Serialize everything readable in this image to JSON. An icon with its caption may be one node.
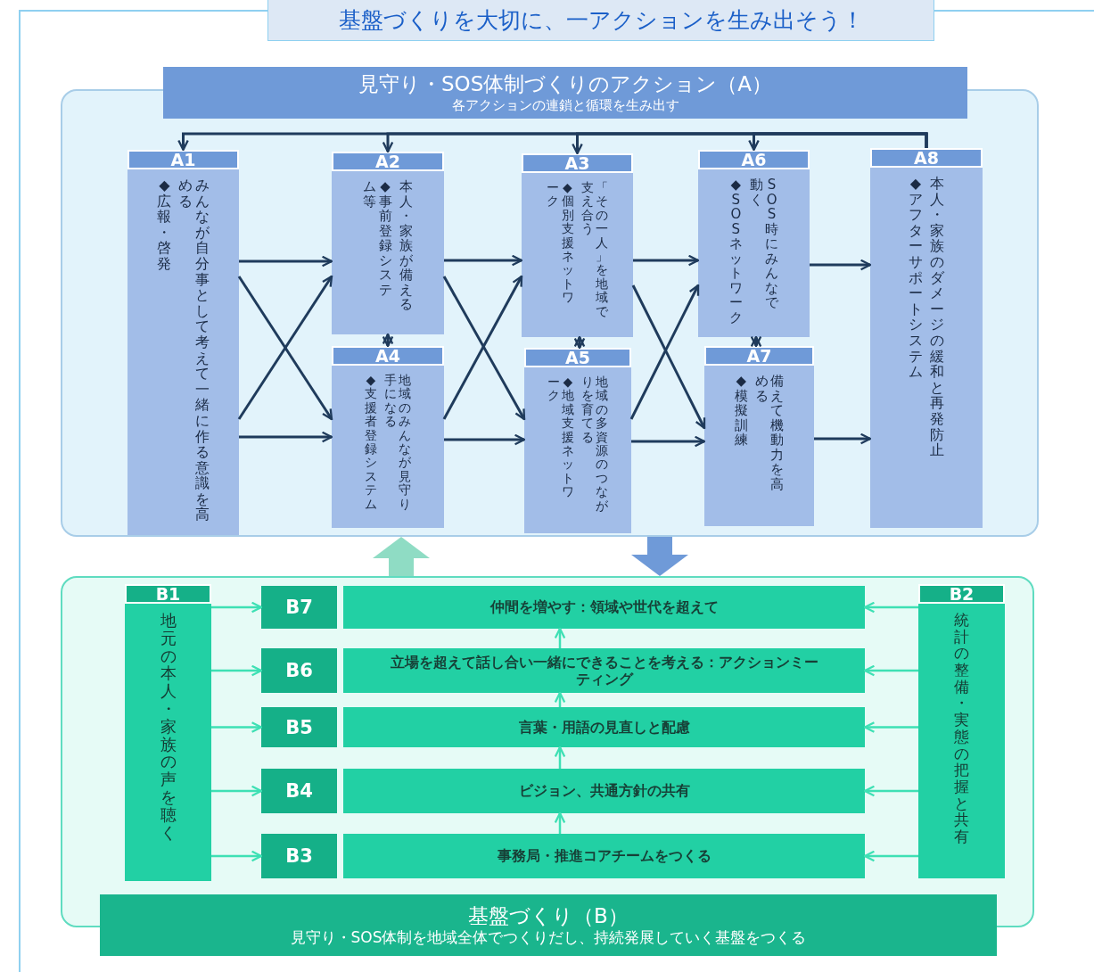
{
  "diagram": {
    "title": "基盤づくりを大切に、一アクションを生み出そう！",
    "nodes": [
      {
        "text": [
          "見守り・SOS体制づくりのアクション（A）",
          "各アクションの連鎖と循環を生み出す"
        ]
      },
      {
        "text": [
          "A1",
          "◆広報・啓発",
          "みんなが自分事として考えて一緒に作る意識を高める"
        ],
        "in": 0
      },
      {
        "text": [
          "A2",
          "◆事前登録システム等",
          "本人・家族が備える"
        ],
        "in": 0
      },
      {
        "text": [
          "A4",
          "◆支援者登録システム",
          "地域のみんなが見守り手になる"
        ],
        "in": 0
      },
      {
        "text": [
          "A3",
          "◆個別支援ネットワーク",
          "「その一人」を地域で支え合う"
        ],
        "in": 0
      },
      {
        "text": [
          "A5",
          "◆地域支援ネットワーク",
          "地域の多資源のつながりを育てる"
        ],
        "in": 0
      },
      {
        "text": [
          "A6",
          "◆SOSネットワーク",
          "SOS時にみんなで動く"
        ],
        "in": 0
      },
      {
        "text": [
          "A7",
          "◆模擬訓練",
          "備えて機動力を高める"
        ],
        "in": 0
      },
      {
        "text": [
          "A8",
          "◆アフターサポートシステム",
          "本人・家族のダメージの緩和と再発防止"
        ],
        "in": 0
      },
      {
        "text": [
          "基盤づくり（B）",
          "見守り・SOS体制を地域全体でつくりだし、持続発展していく基盤をつくる"
        ]
      },
      {
        "text": [
          "B1",
          "地元の本人・家族の声を聴く"
        ],
        "in": 9
      },
      {
        "text": [
          "B2",
          "統計の整備・実態の把握と共有"
        ],
        "in": 9
      },
      {
        "text": [
          "B7",
          "仲間を増やす：領域や世代を超えて"
        ],
        "in": 9
      },
      {
        "text": [
          "B6",
          "立場を超えて話し合い一緒にできることを考える：アクションミーティング"
        ],
        "in": 9
      },
      {
        "text": [
          "B5",
          "言葉・用語の見直しと配慮"
        ],
        "in": 9
      },
      {
        "text": [
          "B4",
          "ビジョン、共通方針の共有"
        ],
        "in": 9
      },
      {
        "text": [
          "B3",
          "事務局・推進コアチームをつくる"
        ],
        "in": 9
      }
    ],
    "edges": [
      {
        "from": 1,
        "to": 2,
        "arrow": "to"
      },
      {
        "from": 1,
        "to": 3,
        "arrow": "to"
      },
      {
        "from": 1,
        "to": 2,
        "arrow": "to"
      },
      {
        "from": 1,
        "to": 3,
        "arrow": "to"
      },
      {
        "from": 2,
        "to": 4,
        "arrow": "to"
      },
      {
        "from": 2,
        "to": 5,
        "arrow": "to"
      },
      {
        "from": 3,
        "to": 4,
        "arrow": "to"
      },
      {
        "from": 3,
        "to": 5,
        "arrow": "to"
      },
      {
        "from": 4,
        "to": 6,
        "arrow": "to"
      },
      {
        "from": 4,
        "to": 7,
        "arrow": "to"
      },
      {
        "from": 5,
        "to": 6,
        "arrow": "to"
      },
      {
        "from": 5,
        "to": 7,
        "arrow": "to"
      },
      {
        "from": 6,
        "to": 8,
        "arrow": "to"
      },
      {
        "from": 7,
        "to": 8,
        "arrow": "to"
      },
      {
        "from": 2,
        "to": 3,
        "arrow": "both"
      },
      {
        "from": 4,
        "to": 5,
        "arrow": "both"
      },
      {
        "from": 6,
        "to": 7,
        "arrow": "both"
      },
      {
        "from": 8,
        "to": 1,
        "arrow": "to"
      },
      {
        "from": 8,
        "to": 2,
        "arrow": "to"
      },
      {
        "from": 8,
        "to": 4,
        "arrow": "to"
      },
      {
        "from": 8,
        "to": 6,
        "arrow": "to"
      },
      {
        "from": 9,
        "to": 0,
        "arrow": "to",
        "style": "thick",
        "color": "#8fdcc4"
      },
      {
        "from": 0,
        "to": 9,
        "arrow": "to",
        "style": "thick",
        "color": "#6f9ad8"
      },
      {
        "from": 10,
        "to": 12,
        "arrow": "to",
        "color": "#3ee0b4"
      },
      {
        "from": 10,
        "to": 13,
        "arrow": "to",
        "color": "#3ee0b4"
      },
      {
        "from": 10,
        "to": 14,
        "arrow": "to",
        "color": "#3ee0b4"
      },
      {
        "from": 10,
        "to": 15,
        "arrow": "to",
        "color": "#3ee0b4"
      },
      {
        "from": 10,
        "to": 16,
        "arrow": "to",
        "color": "#3ee0b4"
      },
      {
        "from": 11,
        "to": 12,
        "arrow": "to",
        "color": "#3ee0b4"
      },
      {
        "from": 11,
        "to": 13,
        "arrow": "to",
        "color": "#3ee0b4"
      },
      {
        "from": 11,
        "to": 14,
        "arrow": "to",
        "color": "#3ee0b4"
      },
      {
        "from": 11,
        "to": 15,
        "arrow": "to",
        "color": "#3ee0b4"
      },
      {
        "from": 11,
        "to": 16,
        "arrow": "to",
        "color": "#3ee0b4"
      },
      {
        "from": 16,
        "to": 15,
        "arrow": "to",
        "color": "#3ee0b4"
      },
      {
        "from": 15,
        "to": 14,
        "arrow": "to",
        "color": "#3ee0b4"
      },
      {
        "from": 14,
        "to": 13,
        "arrow": "to",
        "color": "#3ee0b4"
      },
      {
        "from": 13,
        "to": 12,
        "arrow": "to",
        "color": "#3ee0b4"
      }
    ]
  }
}
